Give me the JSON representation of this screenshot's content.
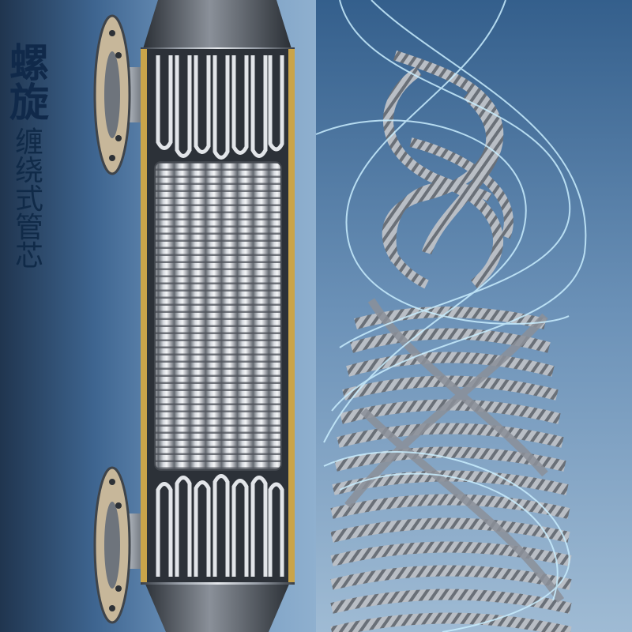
{
  "title": {
    "main": [
      "螺",
      "旋"
    ],
    "sub": [
      "缠",
      "绕",
      "式",
      "管",
      "芯"
    ]
  },
  "colors": {
    "background_dark": "#20354f",
    "background_light": "#9fbbd4",
    "shell_gold": "#c9a44a",
    "tube_silver": "#c8ccd2",
    "tube_dark": "#6b7078",
    "fiber_cyan": "#bfe9ff",
    "flange_steel": "#8b929b"
  }
}
